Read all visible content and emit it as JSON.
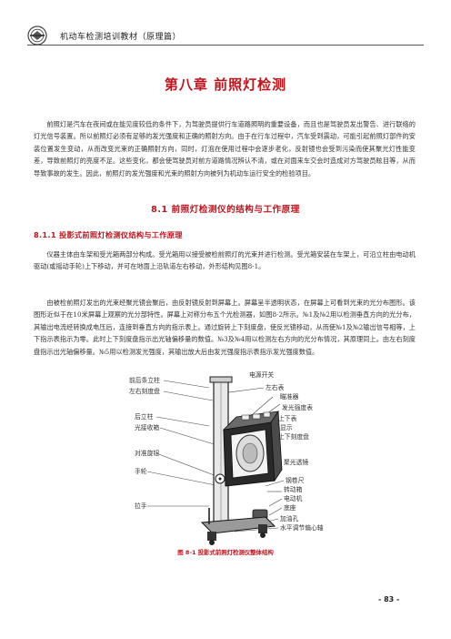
{
  "header": {
    "title": "机动车检测培训教材（原理篇）"
  },
  "chapter": {
    "title": "第八章 前照灯检测"
  },
  "paragraphs": {
    "p1": "前照灯是汽车在夜间或在能见度较低的条件下，为驾驶员提供行车道路照明的重要设备，而且也是驾驶员发出警告、进行联络的灯光信号装置。所以前照灯必须有足够的发光强度和正确的照射方向。由于在行车过程中，汽车受到震动，可能引起前照灯部件的安装位置发生变动，从而改变光束的正确照射方向，同时，灯泡在使用过程中会逐步老化，反射镜也会受到污染而使其聚光灯性能变差，导致前照灯的亮度不足。这些变化，都会使驾驶员对前方道路情况辨认不清，或在对面来车交会时造成对方驾驶员眩目等，从而导致事故的发生。因此，前照灯的发光强度和光束的照射方向被列为机动车运行安全的检验项目。",
    "p2": "仪器主体由车架和受光箱两部分构成。受光箱用以接受被检前照灯的光束并进行检测。受光箱安装在车架上，可沿立柱由电动机驱动(或摇动手轮)上下移动，并可在地面上沿轨道左右移动，外形结构见图8-1。",
    "p3": "由被检前照灯发出的光束经聚光镜会聚后，由反射镜反射到屏幕上。屏幕呈半透明状态，在屏幕上可看到光束的光分布图形。该图形近似于在10米屏幕上观察的光分部特性。屏幕上对称分布五个光检测器，如图8-2所示。№1及№2用以检测垂直方向的光分布，其输出电流经转换成电压后，连接到垂直方向的指示表上。通过旋转上下刻度盘，使反光镜移动，从而使№1及№2输出信号相等，上下指示表指示为零。此时上下刻度盘指示出光轴偏移量的数值。№3及№4用以检测左右方向的光分布情况，其原理同上。由左右刻度盘指示出光轴偏移量。№5用以检测发光强度，其输出放大后由发光强度指示表指示发光强度数值。"
  },
  "section": {
    "title": "8.1  前照灯检测仪的结构与工作原理"
  },
  "subsection": {
    "title": "8.1.1  投影式前照灯检测仪结构与工作原理"
  },
  "figure": {
    "labels": {
      "l1": "前后条立柱",
      "l2": "左右刻度盘",
      "l3": "后立柱",
      "l4": "光接收箱",
      "l5": "对准旋钮",
      "l6": "手轮",
      "l7": "拉手",
      "r1": "电源开关",
      "r2": "左右表",
      "r3": "瞄准器",
      "r4": "发光强度表",
      "r5": "上下表",
      "r6": "显示",
      "r7": "上下刻度盘",
      "r8": "聚光透镜",
      "r9": "钢卷尺",
      "r10": "转动箱",
      "r11": "电动机",
      "r12": "底座",
      "r13": "加油孔",
      "r14": "水平调节偏心轴"
    },
    "caption": "图 8-1  投影式前照灯检测仪整体结构"
  },
  "page": {
    "number": "- 83 -"
  },
  "colors": {
    "heading": "#c0141c",
    "text": "#333333",
    "rule": "#555555"
  }
}
